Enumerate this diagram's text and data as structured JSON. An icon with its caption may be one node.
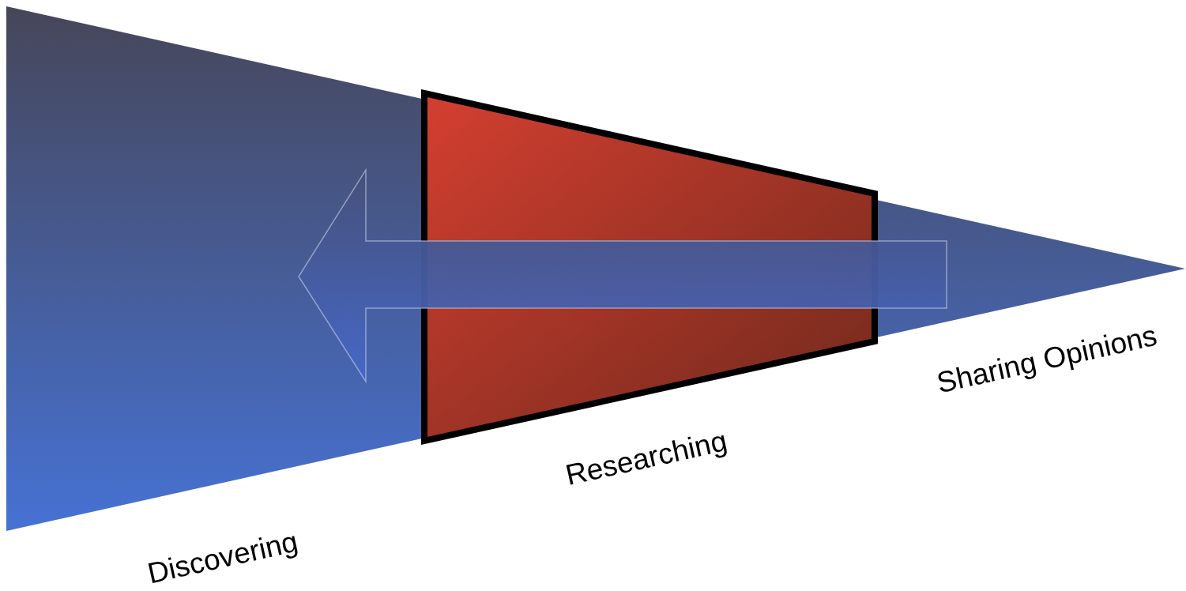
{
  "diagram": {
    "labels": [
      "Discovering",
      "Researching",
      "Sharing Opinions"
    ]
  }
}
